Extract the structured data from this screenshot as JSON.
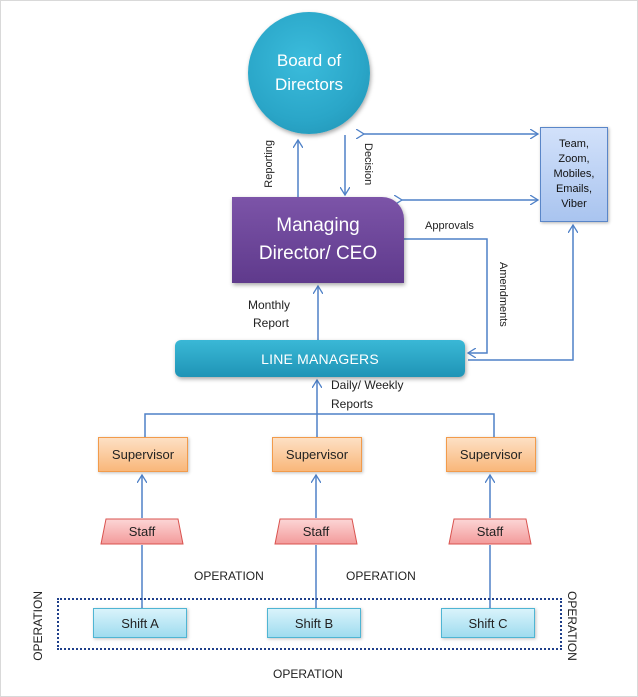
{
  "diagram": {
    "board": {
      "line1": "Board of",
      "line2": "Directors"
    },
    "ceo": {
      "line1": "Managing",
      "line2": "Director/ CEO"
    },
    "communication": {
      "lines": [
        "Team,",
        "Zoom,",
        "Mobiles,",
        "Emails,",
        "Viber"
      ]
    },
    "line_managers": "LINE MANAGERS",
    "supervisors": [
      "Supervisor",
      "Supervisor",
      "Supervisor"
    ],
    "staff": [
      "Staff",
      "Staff",
      "Staff"
    ],
    "shifts": [
      "Shift A",
      "Shift B",
      "Shift C"
    ],
    "labels": {
      "reporting": "Reporting",
      "decision": "Decision",
      "approvals": "Approvals",
      "amendments": "Amendments",
      "monthly_report_1": "Monthly",
      "monthly_report_2": "Report",
      "daily_weekly_1": "Daily/ Weekly",
      "daily_weekly_2": "Reports",
      "operation_left_top": "OPERATION",
      "operation_right_top": "OPERATION",
      "operation_bottom": "OPERATION",
      "operation_left_side": "OPERATION",
      "operation_right_side": "OPERATION"
    },
    "colors": {
      "connector": "#4f81c7",
      "board": "#2aa6c8",
      "ceo": "#6a449a",
      "line_managers": "#25a0c2",
      "supervisor": "#f9b77a",
      "staff": "#f5a3a3",
      "shift": "#a9e0f0"
    }
  }
}
